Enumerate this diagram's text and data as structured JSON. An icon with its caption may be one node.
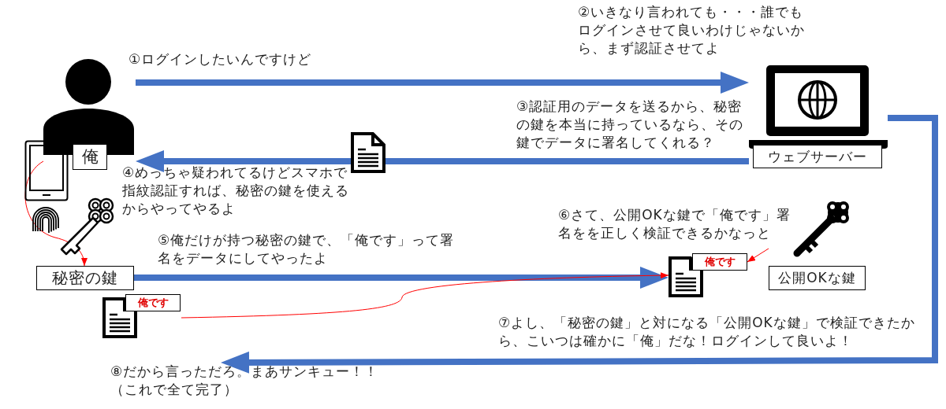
{
  "diagram": {
    "nodes": [
      {
        "text": [
          "俺"
        ]
      },
      {
        "text": [
          "ウェブサーバー"
        ]
      },
      {
        "text": [
          "秘密の鍵"
        ]
      },
      {
        "text": [
          "俺です"
        ]
      },
      {
        "text": [
          "俺です"
        ]
      },
      {
        "text": [
          "公開OKな鍵"
        ]
      },
      {
        "text": [
          "⑧だから言っただろ。まあサンキュー！！（これで全て完了）"
        ]
      }
    ],
    "edges": [
      {
        "from": 0,
        "to": 1,
        "arrow": "to"
      },
      {
        "from": 1,
        "to": 0,
        "arrow": "to"
      },
      {
        "from": 2,
        "to": 4,
        "arrow": "to"
      },
      {
        "from": 1,
        "to": 6,
        "arrow": "to"
      },
      {
        "from": 0,
        "to": 2,
        "arrow": "to",
        "color": "#ff0000"
      },
      {
        "from": 5,
        "to": 4,
        "arrow": "to",
        "color": "#ff0000"
      },
      {
        "from": 3,
        "to": 4,
        "arrow": "to",
        "color": "#ff0000"
      }
    ],
    "labels": [
      "①ログインしたいんですけど",
      "②いきなり言われても・・・誰でもログインさせて良いわけじゃないから、まず認証させてよ",
      "③認証用のデータを送るから、秘密の鍵を本当に持っているなら、その鍵でデータに署名してくれる？",
      "④めっちゃ疑われてるけどスマホで指紋認証すれば、秘密の鍵を使えるからやってやるよ",
      "⑤俺だけが持つ秘密の鍵で、「俺です」って署名をデータにしてやったよ",
      "⑥さて、公開OKな鍵で「俺です」署名をを正しく検証できるかなっと",
      "⑦よし、「秘密の鍵」と対になる「公開OKな鍵」で検証できたから、こいつは確かに「俺」だな！ログインして良いよ！"
    ]
  }
}
